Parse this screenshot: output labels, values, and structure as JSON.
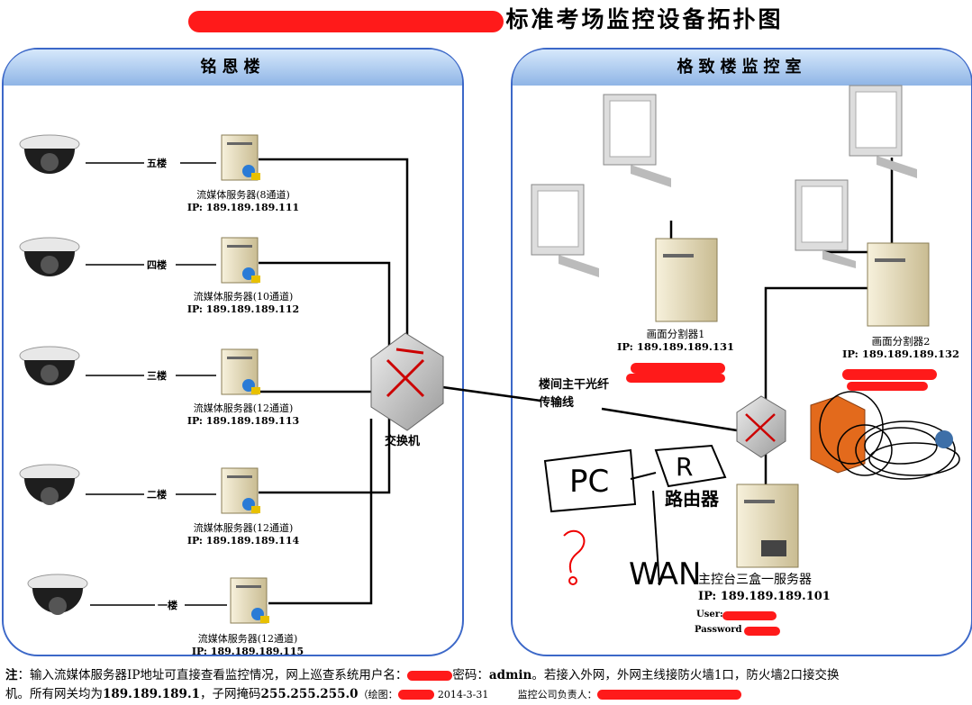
{
  "title": "标准考场监控设备拓扑图",
  "panels": {
    "left": "铭恩楼",
    "right": "格致楼监控室"
  },
  "floors": [
    "五楼",
    "四楼",
    "三楼",
    "二楼",
    "一楼"
  ],
  "servers": [
    {
      "name": "流媒体服务器(8通道)",
      "ip": "IP:  189.189.189.111"
    },
    {
      "name": "流媒体服务器(10通道)",
      "ip": "IP:  189.189.189.112"
    },
    {
      "name": "流媒体服务器(12通道)",
      "ip": "IP:  189.189.189.113"
    },
    {
      "name": "流媒体服务器(12通道)",
      "ip": "IP:  189.189.189.114"
    },
    {
      "name": "流媒体服务器(12通道)",
      "ip": "IP:  189.189.189.115"
    }
  ],
  "switch_label": "交换机",
  "fiber_label": "楼间主干光纤传输线",
  "splitter1": {
    "name": "画面分割器1",
    "ip": "IP:  189.189.189.131"
  },
  "splitter2": {
    "name": "画面分割器2",
    "ip": "IP:  189.189.189.132"
  },
  "main_server": {
    "name": "主控台三盒一服务器",
    "ip": "IP:  189.189.189.101",
    "user": "User:",
    "password": "Password"
  },
  "sketch": {
    "pc": "PC",
    "router": "R",
    "router_cn": "路由器",
    "wan": "WAN",
    "question": "?"
  },
  "note": {
    "prefix": "注",
    "line1a": "：输入流媒体服务器IP地址可直接查看监控情况，网上巡查系统用户名：",
    "line1b": "密码：",
    "password": "admin",
    "line1c": "。若接入外网，外网主线接防火墙1口，防火墙2口接交换",
    "line2a": "机。所有网关均为",
    "gateway": "189.189.189.1",
    "line2b": "，子网掩码",
    "mask": "255.255.255.0",
    "draw": "（绘图：",
    "date": "2014-3-31",
    "owner": "监控公司负责人："
  },
  "colors": {
    "panel_border": "#3c68c8",
    "redact": "#ff1a1a",
    "router_red": "#cc0000"
  }
}
